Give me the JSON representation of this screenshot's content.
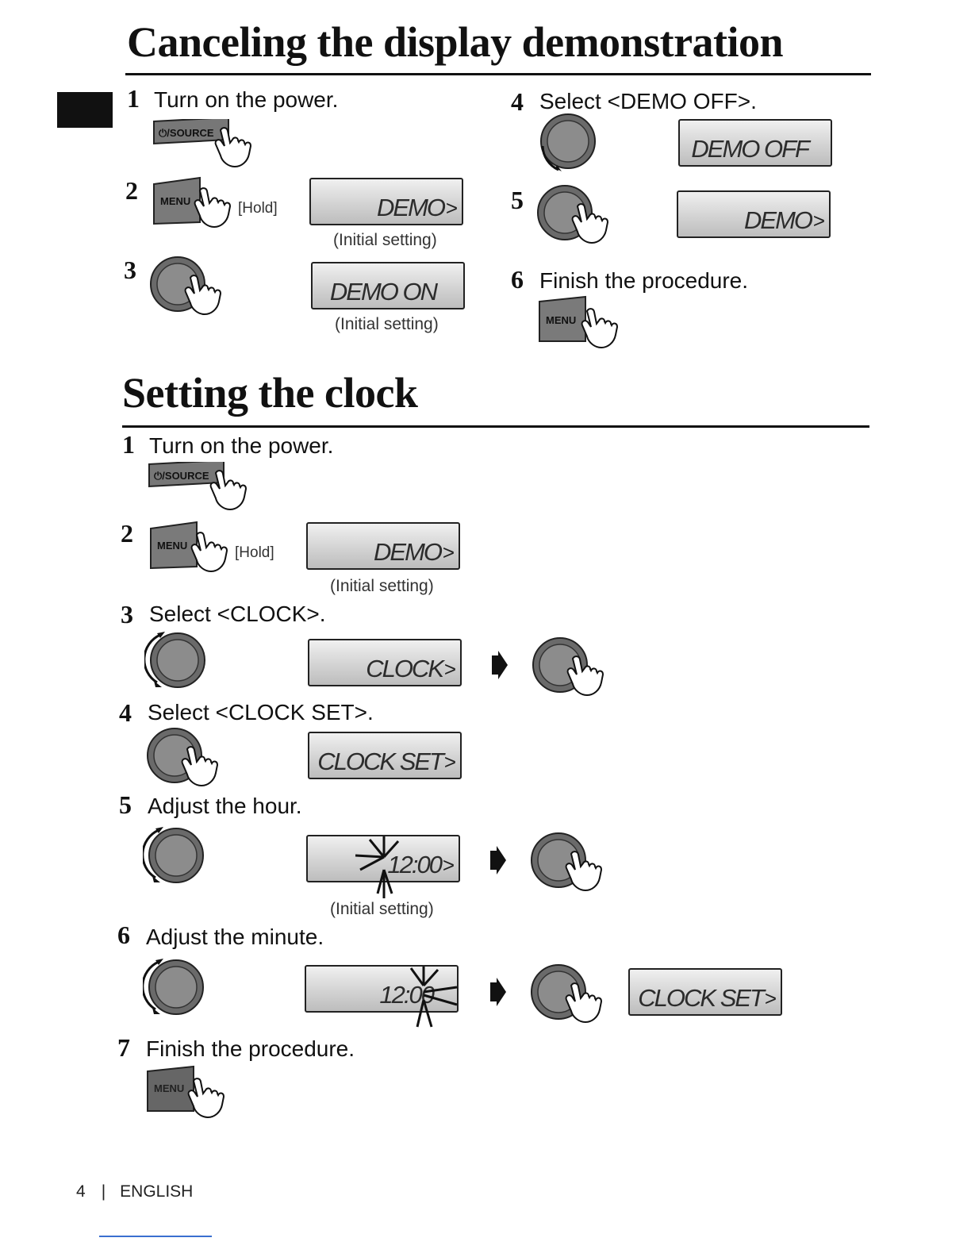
{
  "section1": {
    "title": "Canceling the display demonstration",
    "steps": [
      {
        "num": "1",
        "text": "Turn on the power.",
        "button_label": "⏻/SOURCE"
      },
      {
        "num": "2",
        "button_label": "MENU",
        "hold": "[Hold]",
        "lcd": "DEMO",
        "lcd_arrow": ">",
        "note": "(Initial setting)"
      },
      {
        "num": "3",
        "lcd": "DEMO ON",
        "note": "(Initial setting)"
      },
      {
        "num": "4",
        "text": "Select <DEMO OFF>.",
        "lcd": "DEMO OFF"
      },
      {
        "num": "5",
        "lcd": "DEMO",
        "lcd_arrow": ">"
      },
      {
        "num": "6",
        "text": "Finish the procedure.",
        "button_label": "MENU"
      }
    ]
  },
  "section2": {
    "title": "Setting the clock",
    "steps": [
      {
        "num": "1",
        "text": "Turn on the power.",
        "button_label": "⏻/SOURCE"
      },
      {
        "num": "2",
        "button_label": "MENU",
        "hold": "[Hold]",
        "lcd": "DEMO",
        "lcd_arrow": ">",
        "note": "(Initial setting)"
      },
      {
        "num": "3",
        "text": "Select <CLOCK>.",
        "lcd": "CLOCK",
        "lcd_arrow": ">"
      },
      {
        "num": "4",
        "text": "Select <CLOCK SET>.",
        "lcd": "CLOCK SET",
        "lcd_arrow": ">"
      },
      {
        "num": "5",
        "text": "Adjust the hour.",
        "lcd": "12:00",
        "lcd_arrow": ">",
        "note": "(Initial setting)"
      },
      {
        "num": "6",
        "text": "Adjust the minute.",
        "lcd": "12:00",
        "lcd2": "CLOCK SET",
        "lcd2_arrow": ">"
      },
      {
        "num": "7",
        "text": "Finish the procedure.",
        "button_label": "MENU"
      }
    ]
  },
  "footer": {
    "page_number": "4",
    "separator": "|",
    "language": "ENGLISH"
  }
}
